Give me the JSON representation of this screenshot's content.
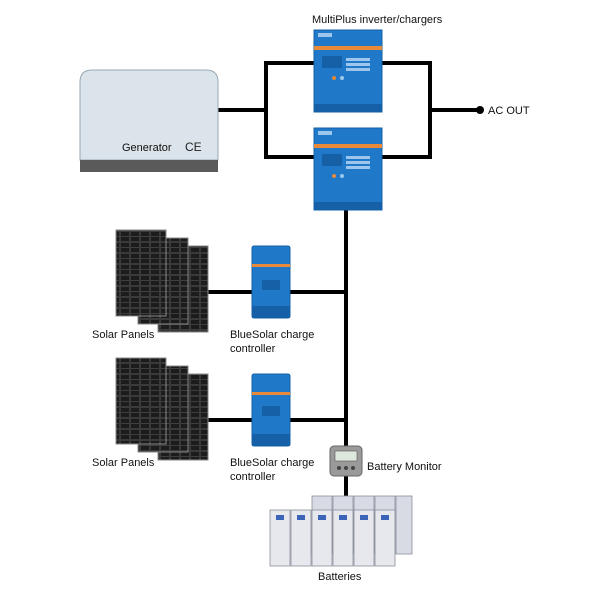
{
  "labels": {
    "multiplus": "MultiPlus inverter/chargers",
    "ac_out": "AC OUT",
    "generator": "Generator",
    "ce_mark": "CE",
    "solar_1": "Solar Panels",
    "solar_2": "Solar Panels",
    "bluesolar_1_line1": "BlueSolar charge",
    "bluesolar_1_line2": "controller",
    "bluesolar_2_line1": "BlueSolar charge",
    "bluesolar_2_line2": "controller",
    "battery_monitor": "Battery Monitor",
    "batteries": "Batteries"
  },
  "colors": {
    "device_blue": "#1f78c8",
    "device_blue_dark": "#1660a8",
    "accent_orange": "#e8893a",
    "generator_fill": "#dbe4ea",
    "generator_base": "#5a5a5a",
    "wire": "#000000",
    "panel_dark": "#2a2a2a",
    "battery_fill": "#e6e8ee"
  }
}
